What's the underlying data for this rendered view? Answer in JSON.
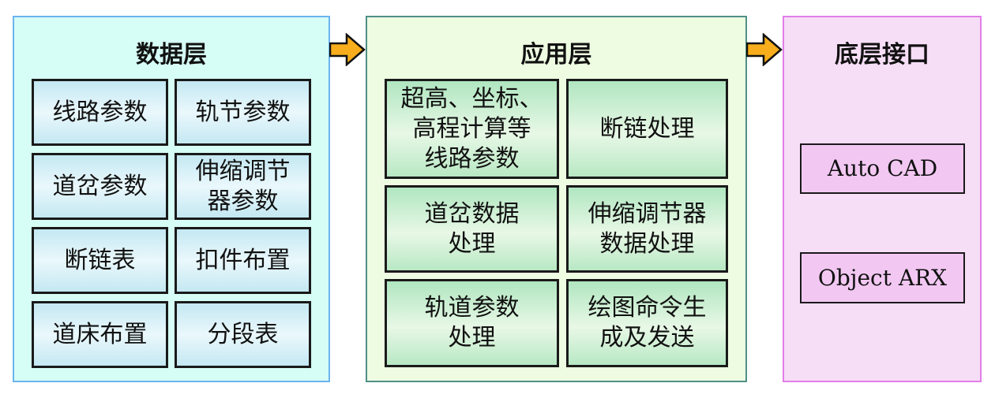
{
  "data_layer": {
    "title": "数据层",
    "items": [
      "线路参数",
      "轨节参数",
      "道岔参数",
      "伸缩调节\n器参数",
      "断链表",
      "扣件布置",
      "道床布置",
      "分段表"
    ]
  },
  "app_layer": {
    "title": "应用层",
    "items": [
      "超高、坐标、\n高程计算等\n线路参数",
      "断链处理",
      "道岔数据\n处理",
      "伸缩调节器\n数据处理",
      "轨道参数\n处理",
      "绘图命令生\n成及发送"
    ]
  },
  "interface_layer": {
    "title": "底层接口",
    "items": [
      "Auto CAD",
      "Object ARX"
    ]
  },
  "colors": {
    "arrow": "#f7ad1c"
  }
}
